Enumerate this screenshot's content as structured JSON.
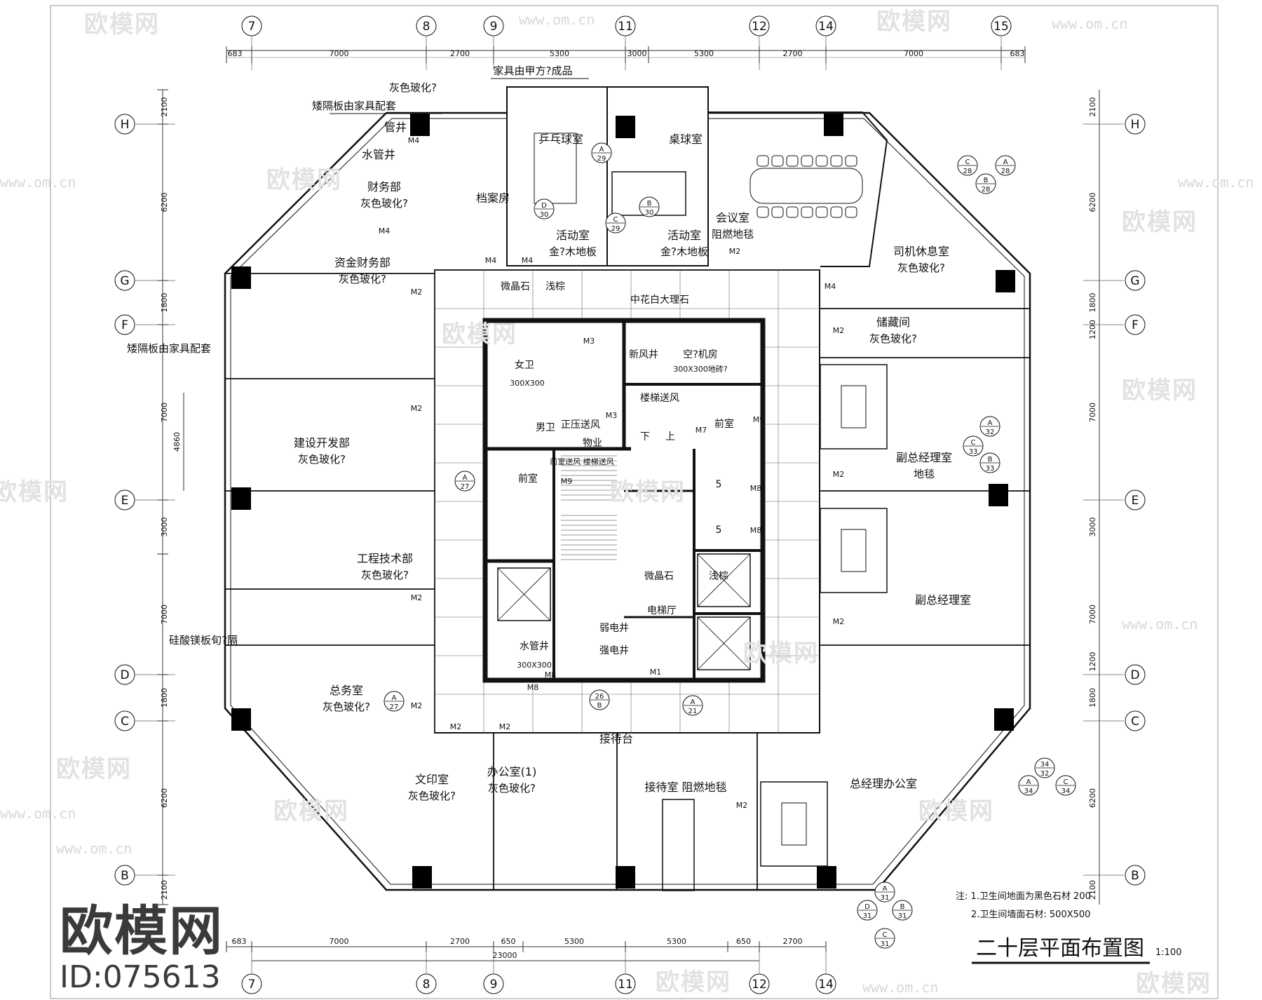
{
  "drawing": {
    "title": "二十层平面布置图",
    "scale": "1:100",
    "notes": [
      "注: 1.卫生间地面为黑色石材 200",
      "2.卫生间墙面石材: 500X500"
    ]
  },
  "axes": {
    "top": [
      "7",
      "8",
      "9",
      "11",
      "12",
      "14",
      "15"
    ],
    "bottom": [
      "7",
      "8",
      "9",
      "11",
      "12",
      "14"
    ],
    "left": [
      "H",
      "G",
      "F",
      "E",
      "D",
      "C",
      "B"
    ],
    "right": [
      "H",
      "G",
      "F",
      "E",
      "D",
      "C",
      "B"
    ]
  },
  "dimensions": {
    "top": [
      "683",
      "7000",
      "2700",
      "5300",
      "3000",
      "5300",
      "2700",
      "7000",
      "683"
    ],
    "bottom": [
      "683",
      "7000",
      "2700",
      "650",
      "5300",
      "5300",
      "650",
      "2700"
    ],
    "bottom_total": "23000",
    "left": [
      "2100",
      "6200",
      "1800",
      "7000",
      "3000",
      "7000",
      "1800",
      "6200",
      "2100"
    ],
    "left_inner": "4860",
    "right": [
      "2100",
      "6200",
      "1800",
      "1200",
      "7000",
      "3000",
      "7000",
      "1200",
      "1800",
      "6200",
      "2100"
    ]
  },
  "rooms": [
    {
      "name": "乒乓球室"
    },
    {
      "name": "桌球室"
    },
    {
      "name": "档案房"
    },
    {
      "name": "财务部",
      "finish": "灰色玻化?"
    },
    {
      "name": "管井"
    },
    {
      "name": "水管井"
    },
    {
      "name": "活动室",
      "finish": "金?木地板"
    },
    {
      "name": "活动室",
      "finish": "金?木地板"
    },
    {
      "name": "会议室",
      "finish": "阻燃地毯"
    },
    {
      "name": "司机休息室",
      "finish": "灰色玻化?"
    },
    {
      "name": "资金财务部",
      "finish": "灰色玻化?"
    },
    {
      "name": "储藏间",
      "finish": "灰色玻化?"
    },
    {
      "name": "建设开发部",
      "finish": "灰色玻化?"
    },
    {
      "name": "工程技术部",
      "finish": "灰色玻化?"
    },
    {
      "name": "副总经理室",
      "finish": "地毯"
    },
    {
      "name": "副总经理室"
    },
    {
      "name": "总务室",
      "finish": "灰色玻化?"
    },
    {
      "name": "文印室",
      "finish": "灰色玻化?"
    },
    {
      "name": "办公室(1)",
      "finish": "灰色玻化?"
    },
    {
      "name": "接待室 阻燃地毯"
    },
    {
      "name": "接待台"
    },
    {
      "name": "总经理办公室"
    }
  ],
  "core_labels": [
    "女卫",
    "300X300",
    "男卫",
    "新风井",
    "空?机房",
    "300X300地砖?",
    "楼梯送风",
    "前室",
    "前室",
    "前室送风 楼梯送风",
    "电梯厅",
    "水管井",
    "300X300",
    "强电井",
    "弱电井",
    "微晶石",
    "浅棕",
    "中花白大理石",
    "微晶石",
    "浅棕",
    "正压送风",
    "下",
    "上",
    "物业",
    "5",
    "5"
  ],
  "doors": [
    "M4",
    "M4",
    "M4",
    "M4",
    "M2",
    "M2",
    "M2",
    "M2",
    "M2",
    "M2",
    "M2",
    "M3",
    "M3",
    "M9",
    "M7",
    "M9",
    "M8",
    "M8",
    "M8",
    "M1",
    "M2",
    "M4",
    "M2",
    "M2",
    "M2",
    "M8"
  ],
  "annotations": [
    "家具由甲方?成品",
    "灰色玻化?",
    "矮隔板由家具配套",
    "矮隔板由家具配套",
    "硅酸镁板旬?隔"
  ],
  "section_marks": [
    [
      "A",
      "29"
    ],
    [
      "D",
      "30"
    ],
    [
      "C",
      "29"
    ],
    [
      "B",
      "30"
    ],
    [
      "C",
      "28"
    ],
    [
      "A",
      "28"
    ],
    [
      "B",
      "28"
    ],
    [
      "A",
      "32"
    ],
    [
      "C",
      "33"
    ],
    [
      "B",
      "33"
    ],
    [
      "A",
      "27"
    ],
    [
      "A",
      "27"
    ],
    [
      "26",
      "B"
    ],
    [
      "A",
      "21"
    ],
    [
      "34",
      "32"
    ],
    [
      "A",
      "34"
    ],
    [
      "C",
      "34"
    ],
    [
      "A",
      "31"
    ],
    [
      "D",
      "31"
    ],
    [
      "B",
      "31"
    ],
    [
      "C",
      "31"
    ]
  ],
  "watermark": {
    "brand": "欧模网",
    "id": "ID:075613",
    "site": "www.om.cn"
  },
  "colors": {
    "line": "#111111",
    "grid": "#888888",
    "watermark": "#dddddd",
    "brand": "#3a3a3a"
  }
}
